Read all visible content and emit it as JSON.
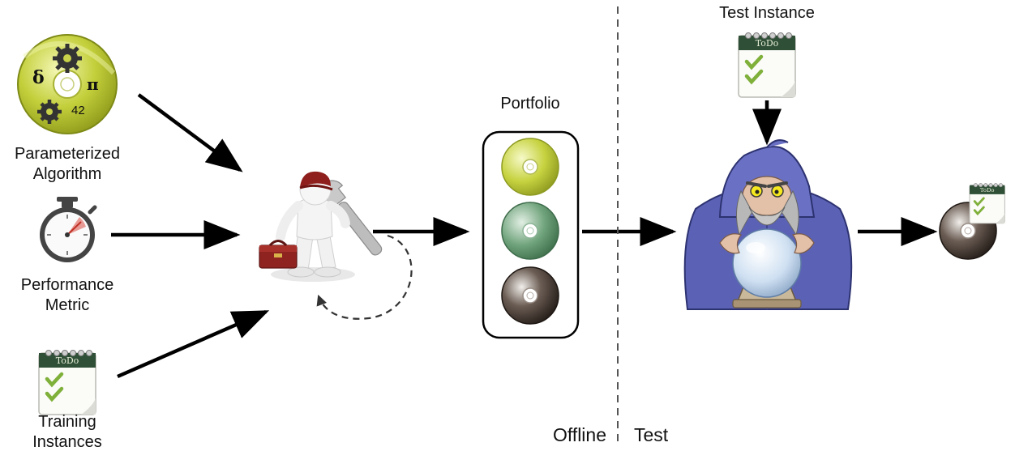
{
  "algorithm_label": [
    "Parameterized",
    "Algorithm"
  ],
  "algorithm_disc": {
    "delta_symbol": "δ",
    "pi_symbol": "π",
    "number": "42",
    "color": "#b9c93a"
  },
  "metric_label": [
    "Performance",
    "Metric"
  ],
  "training_label": [
    "Training",
    "Instances"
  ],
  "portfolio_label": "Portfolio",
  "portfolio_discs": [
    {
      "name": "yellow-green",
      "color": "#c6d23f"
    },
    {
      "name": "green",
      "color": "#5f9a6f"
    },
    {
      "name": "dark",
      "color": "#3a2e28"
    }
  ],
  "test_instance_label": "Test Instance",
  "todo_card_text": "ToDo",
  "phase_labels": {
    "offline": "Offline",
    "test": "Test"
  },
  "icons": {
    "stopwatch": "stopwatch-icon",
    "configurator": "configurator-figure-icon",
    "wizard": "wizard-selector-icon",
    "todo": "todo-list-icon",
    "disc": "algorithm-disc-icon"
  }
}
